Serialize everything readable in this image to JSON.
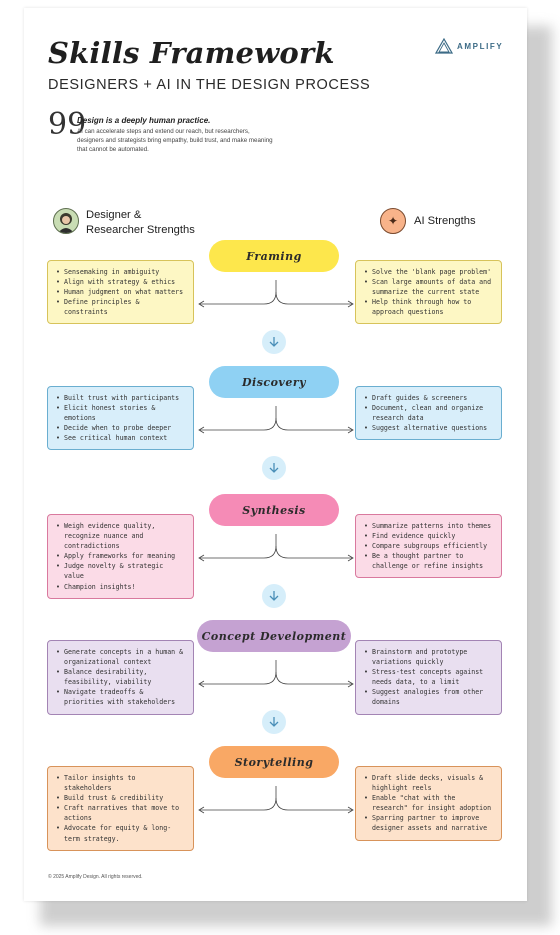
{
  "header": {
    "title": "Skills Framework",
    "subtitle": "DESIGNERS + AI IN THE DESIGN PROCESS",
    "logo_text": "AMPLIFY"
  },
  "quote": {
    "mark": "99",
    "headline": "Design is a deeply human practice.",
    "body": "AI can accelerate steps and extend our reach, but researchers, designers and strategists bring empathy, build trust, and make meaning that cannot be automated."
  },
  "columns": {
    "left_line1": "Designer &",
    "left_line2": "Researcher Strengths",
    "right": "AI Strengths"
  },
  "stages": [
    {
      "name": "Framing",
      "color": "#fde74c",
      "box_bg": "#fdf7c4",
      "box_border": "#d7c35a",
      "designer": [
        "Sensemaking in ambiguity",
        "Align with strategy & ethics",
        "Human judgment on what matters",
        "Define principles & constraints"
      ],
      "ai": [
        "Solve the 'blank page problem'",
        "Scan large amounts of data and summarize the current state",
        "Help think through how to approach questions"
      ]
    },
    {
      "name": "Discovery",
      "color": "#8fd1f3",
      "box_bg": "#d8eefa",
      "box_border": "#6aaed0",
      "designer": [
        "Built trust with participants",
        "Elicit honest stories & emotions",
        "Decide when to probe deeper",
        "See critical human context"
      ],
      "ai": [
        "Draft guides & screeners",
        "Document, clean and organize research data",
        "Suggest alternative questions"
      ]
    },
    {
      "name": "Synthesis",
      "color": "#f58bb6",
      "box_bg": "#fbdbe7",
      "box_border": "#d9799e",
      "designer": [
        "Weigh evidence quality, recognize nuance and contradictions",
        "Apply frameworks for meaning",
        "Judge novelty & strategic value",
        "Champion insights!"
      ],
      "ai": [
        "Summarize patterns into themes",
        "Find evidence quickly",
        "Compare subgroups efficiently",
        "Be a thought partner to challenge or refine insights"
      ]
    },
    {
      "name": "Concept Development",
      "color": "#c5a2d2",
      "box_bg": "#e9dff0",
      "box_border": "#a384b4",
      "designer": [
        "Generate concepts in a human & organizational context",
        "Balance desirability, feasibility, viability",
        "Navigate tradeoffs & priorities with stakeholders"
      ],
      "ai": [
        "Brainstorm and prototype variations quickly",
        "Stress-test concepts against needs data, to a limit",
        "Suggest analogies from other domains"
      ]
    },
    {
      "name": "Storytelling",
      "color": "#f9a865",
      "box_bg": "#fde2cb",
      "box_border": "#d8935a",
      "designer": [
        "Tailor insights to stakeholders",
        "Build trust & credibility",
        "Craft narratives that move to actions",
        "Advocate for equity & long-term strategy."
      ],
      "ai": [
        "Draft slide decks, visuals & highlight reels",
        "Enable \"chat with the research\" for insight adoption",
        "Sparring partner to improve designer assets and narrative"
      ]
    }
  ],
  "footer": "© 2025 Amplify Design. All rights reserved."
}
